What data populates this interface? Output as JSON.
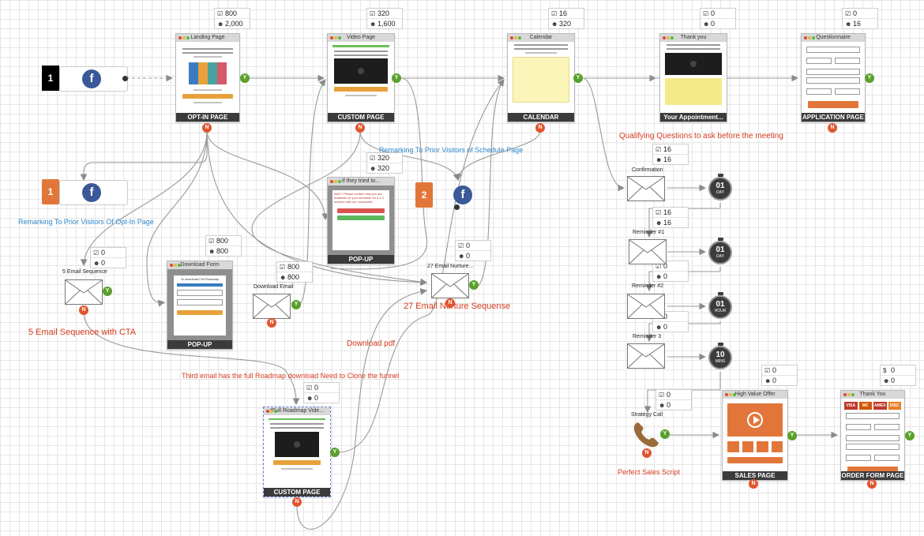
{
  "stats": [
    {
      "id": "landing",
      "a": "800",
      "b": "2,000"
    },
    {
      "id": "video",
      "a": "320",
      "b": "1,600"
    },
    {
      "id": "calendar",
      "a": "16",
      "b": "320"
    },
    {
      "id": "thankyou",
      "a": "0",
      "b": "0"
    },
    {
      "id": "questionnaire",
      "a": "0",
      "b": "16"
    },
    {
      "id": "popup-iftried",
      "a": "320",
      "b": "320"
    },
    {
      "id": "email-seq5",
      "a": "0",
      "b": "0"
    },
    {
      "id": "download-form",
      "a": "800",
      "b": "800"
    },
    {
      "id": "download-email",
      "a": "800",
      "b": "800"
    },
    {
      "id": "nurture27",
      "a": "0",
      "b": "0"
    },
    {
      "id": "confirmation",
      "a": "16",
      "b": "16"
    },
    {
      "id": "reminder1",
      "a": "16",
      "b": "16"
    },
    {
      "id": "reminder2",
      "a": "0",
      "b": "0"
    },
    {
      "id": "reminder3",
      "a": "0",
      "b": "0"
    },
    {
      "id": "roadmap",
      "a": "0",
      "b": "0"
    },
    {
      "id": "strategy",
      "a": "0",
      "b": "0"
    },
    {
      "id": "highvalue",
      "a": "0",
      "b": "0"
    },
    {
      "id": "orderform",
      "a": "0",
      "b": "0",
      "currency": true
    }
  ],
  "pages": {
    "landing": {
      "title": "Landing Page",
      "caption": "OPT-IN PAGE"
    },
    "video": {
      "title": "Video Page",
      "caption": "CUSTOM PAGE"
    },
    "calendar": {
      "title": "Calendar",
      "caption": "CALENDAR"
    },
    "thankyou": {
      "title": "Thank you",
      "caption": "Your Appointment..."
    },
    "questionnaire": {
      "title": "Questionnaire",
      "caption": "APPLICATION PAGE"
    },
    "iftried": {
      "title": "If they tried to...",
      "caption": "POP-UP"
    },
    "downloadform": {
      "title": "Download Form",
      "caption": "POP-UP"
    },
    "roadmap": {
      "title": "*Full Roadmap Vide...",
      "caption": "CUSTOM PAGE"
    },
    "highvalue": {
      "title": "High Value Offer",
      "caption": "SALES PAGE"
    },
    "orderform": {
      "title": "Thank You",
      "caption": "ORDER FORM PAGE"
    }
  },
  "emails": {
    "seq5": "5 Email Sequence",
    "download": "Download Email",
    "nurture": "27 Email Nurture...",
    "confirmation": "Confirmation",
    "reminder1": "Reminder #1",
    "reminder2": "Reminder #2",
    "reminder3": "Reminder 3"
  },
  "timers": [
    {
      "n": "01",
      "u": "DAY"
    },
    {
      "n": "01",
      "u": "DAY"
    },
    {
      "n": "01",
      "u": "HOUR"
    },
    {
      "n": "10",
      "u": "MINS"
    }
  ],
  "sources": {
    "step1": "1",
    "retarget1": "1",
    "retarget2": "2",
    "fb": "f"
  },
  "strategy_label": "Strategy Call",
  "card_logos": [
    "VISA",
    "MC",
    "AMEX",
    "DISC"
  ],
  "buttons": {
    "yes": "Y",
    "no": "N"
  },
  "annotations": {
    "qualifying": "Qualifying Questions to ask before the meeting",
    "remark_schedule": "Remarking To Prior Visitors of Schedule Page",
    "remark_optin": "Remarking To Prior Visitors Of Opt-In Page",
    "email_cta": "5 Email Sequence with CTA",
    "nurture27": "27 Email Nurture Sequense",
    "download_pdf": "Download pdf",
    "third_email": "Third email has the full Roadmap download Need to Clone the funnel",
    "sales_script": "Perfect Sales Script"
  },
  "popup_text": {
    "iftried": "WAIT! Please confirm that you are available on your schedule for a 1:1 session with our consultant.",
    "downloadform": "To download Full Roadmap"
  },
  "colors": {
    "accent_orange": "#e2763a",
    "yes_green": "#5aa02c",
    "no_red": "#e0552f",
    "annotation_red": "#d63a1f",
    "annotation_blue": "#2e86c9",
    "facebook": "#3b5998"
  }
}
